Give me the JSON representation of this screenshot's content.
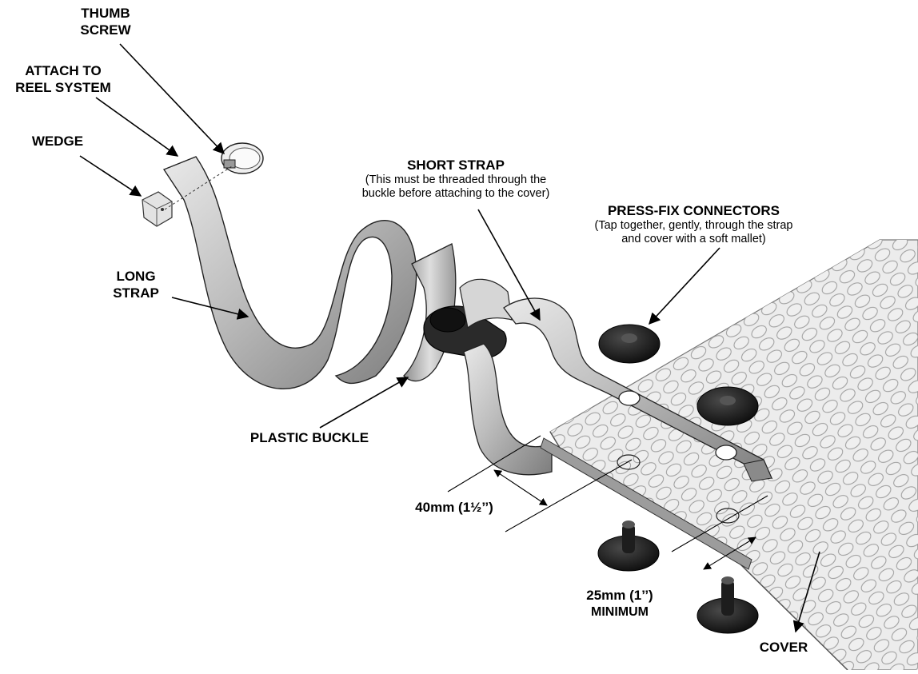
{
  "labels": {
    "thumb_screw": [
      "THUMB",
      "SCREW"
    ],
    "attach_to_reel": [
      "ATTACH TO",
      "REEL SYSTEM"
    ],
    "wedge": "WEDGE",
    "long_strap": [
      "LONG",
      "STRAP"
    ],
    "plastic_buckle": "PLASTIC BUCKLE",
    "short_strap": {
      "title": "SHORT STRAP",
      "note": [
        "(This must be threaded through the",
        "buckle before attaching to the cover)"
      ]
    },
    "press_fix": {
      "title": "PRESS-FIX CONNECTORS",
      "note": [
        "(Tap together, gently, through the strap",
        "and cover with a soft mallet)"
      ]
    },
    "dim_40": "40mm (1½’’)",
    "dim_25": [
      "25mm (1’’)",
      "MINIMUM"
    ],
    "cover": "COVER"
  },
  "colors": {
    "ink": "#000000",
    "strap_fill": "#c9c9c9",
    "strap_shade": "#8a8a8a",
    "connector": "#1a1a1a",
    "cover_fill": "#e6e6e6",
    "bubble": "#b5b5b5"
  }
}
